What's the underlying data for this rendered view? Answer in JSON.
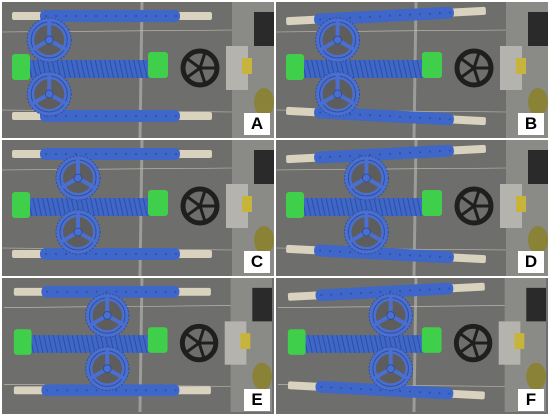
{
  "panels": [
    {
      "label": "A",
      "gear_offset": 0.06
    },
    {
      "label": "B",
      "gear_offset": 0.18
    },
    {
      "label": "C",
      "gear_offset": 0.3
    },
    {
      "label": "D",
      "gear_offset": 0.42
    },
    {
      "label": "E",
      "gear_offset": 0.54
    },
    {
      "label": "F",
      "gear_offset": 0.62
    }
  ],
  "colors": {
    "floor": "#6e6e6c",
    "rod": "#3f67c9",
    "rod_dark": "#2e4f9e",
    "wood": "#d8d2bf",
    "clamp": "#3fcf4a",
    "wheel": "#1f1f1f",
    "gear": "#4b6fd0"
  },
  "icons": {
    "gear": "spoked-gear-icon",
    "handwheel": "handwheel-icon",
    "clamp": "green-clamp-icon"
  }
}
